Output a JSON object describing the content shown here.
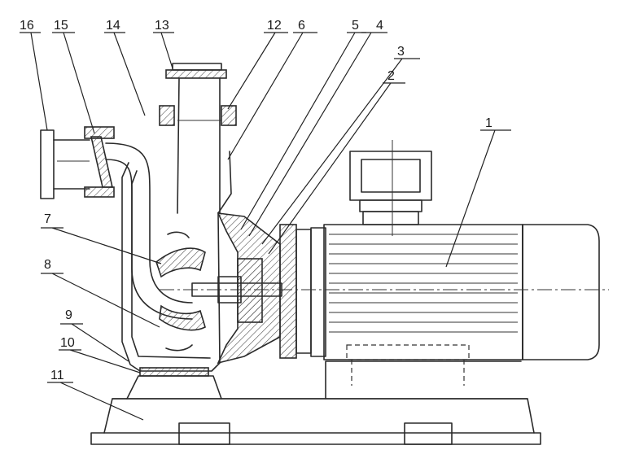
{
  "labels": {
    "l1": "1",
    "l2": "2",
    "l3": "3",
    "l4": "4",
    "l5": "5",
    "l6": "6",
    "l7": "7",
    "l8": "8",
    "l9": "9",
    "l10": "10",
    "l11": "11",
    "l12": "12",
    "l13": "13",
    "l14": "14",
    "l15": "15",
    "l16": "16"
  },
  "colors": {
    "line": "#2a2a2a",
    "background": "#ffffff"
  }
}
